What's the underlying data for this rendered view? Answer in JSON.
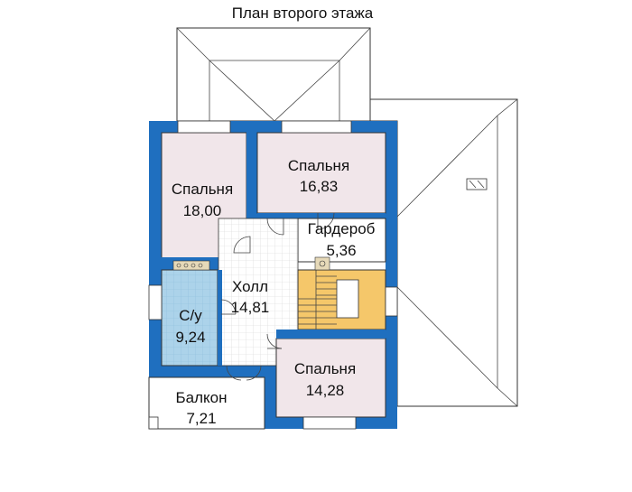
{
  "title": "План второго этажа",
  "rooms": [
    {
      "name": "Спальня",
      "area": "18,00"
    },
    {
      "name": "Спальня",
      "area": "16,83"
    },
    {
      "name": "Гардероб",
      "area": "5,36"
    },
    {
      "name": "Холл",
      "area": "14,81"
    },
    {
      "name": "С/у",
      "area": "9,24"
    },
    {
      "name": "Спальня",
      "area": "14,28"
    },
    {
      "name": "Балкон",
      "area": "7,21"
    }
  ],
  "colors": {
    "wall": "#1f6fbf",
    "bedroom": "#f1e6ea",
    "bathroom": "#acd3ea",
    "stairs": "#f5c76a",
    "hall": "#ffffff"
  }
}
